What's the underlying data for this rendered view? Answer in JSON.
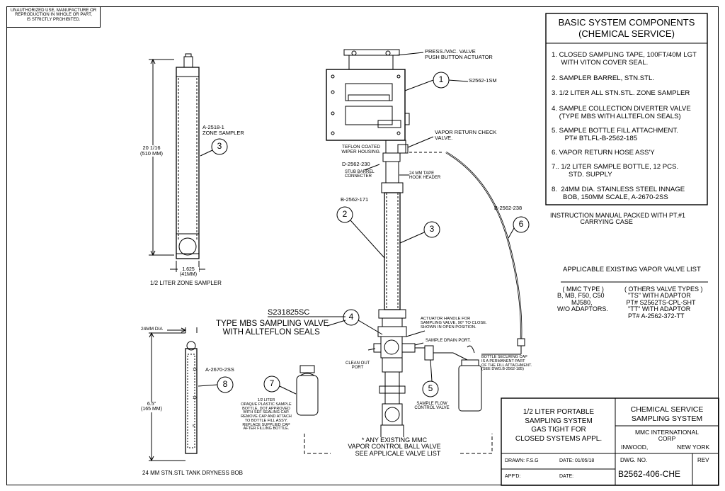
{
  "warning": {
    "text": "UNAUTHORIZED USE, MANUFACTURE OR\nREPRODUCTION IN WHOLE OR PART,\nIS STRICTLY PROHIBITED."
  },
  "components": {
    "title": "BASIC SYSTEM COMPONENTS\n(CHEMICAL SERVICE)",
    "items": [
      "1. CLOSED SAMPLING TAPE, 100FT/40M LGT\n     WITH VITON COVER SEAL.",
      "2. SAMPLER BARREL, STN.STL.",
      "3. 1/2 LITER ALL STN.STL. ZONE SAMPLER",
      "4. SAMPLE COLLECTION DIVERTER VALVE\n    (TYPE MBS WITH ALLTEFLON SEALS)",
      "5. SAMPLE BOTTLE FILL ATTACHMENT.\n       PT# BTLFL-B-2562-185",
      "6. VAPOR RETURN HOSE ASS'Y",
      "7.. 1/2 LITER SAMPLE BOTTLE, 12 PCS.\n         STD. SUPPLY",
      "8.  24MM DIA. STAINLESS STEEL INNAGE\n      BOB, 150MM SCALE, A-2670-2SS"
    ]
  },
  "manual_note": "INSTRUCTION MANUAL PACKED WITH PT.#1\n                 CARRYING CASE",
  "valve_list": {
    "title": "APPLICABLE EXISTING VAPOR VALVE LIST",
    "left": "   ( MMC TYPE )\nB, MB, F50, C50\n        MJ580,\nW/O ADAPTORS.",
    "right": "( OTHERS VALVE TYPES )\n  \"TS\" WITH ADAPTOR\n PT# S2562TS-CPL-SHT\n  \"TT\" WITH ADAPTOR\n  PT# A-2562-372-TT"
  },
  "zone_sampler": {
    "part": "A-2518-1\nZONE SAMPLER",
    "height": "20 1/16\n(510 MM)",
    "width": "1.625\n(41MM)",
    "caption": "1/2 LITER ZONE SAMPLER",
    "balloon": "3"
  },
  "bob": {
    "dia": "24MM DIA",
    "part": "A-2670-2SS",
    "length": "6.5\"\n(165 MM)",
    "caption": "24 MM STN.STL TANK DRYNESS BOB",
    "balloon": "8",
    "scale_marks": [
      "15",
      "10",
      "5"
    ]
  },
  "assembly": {
    "press_valve": "PRESS./VAC. VALVE\nPUSH BUTTON ACTUATOR",
    "s2562": "S2562-1SM",
    "vapor_check": "VAPOR RETURN CHECK\nVALVE.",
    "teflon": "TEFLON COATED\nWIPER HOUSING.",
    "d2562": "D-2562-230",
    "stub": "STUB BARREL\nCONNECTER",
    "hook": "24 MM TAPE\nHOOK HEADER",
    "b2562_171": "B-2562-171",
    "b2562_238": "B-2562-238",
    "s231825": "S231825SC",
    "type_mbs": "TYPE MBS SAMPLING VALVE\n   WITH ALLTEFLON SEALS",
    "actuator": "ACTUATOR HANDLE FOR\nSAMPLING VALVE, 90° TO CLOSE.\nSHOWN IN OPEN POSITION.",
    "drain": "SAMPLE DRAIN PORT.",
    "clean_out": "CLEAN OUT\nPORT",
    "flow": "SAMPLE FLOW\nCONTROL VALVE",
    "securing": "BOTTLE SECURING CAP\nIS A PERMANENT PART\nOF THE FILL ATTACHMENT.\n(SEE DWG.B-2562-185)",
    "bottle_note": "1/2 LITER\nOPAQUE PLASTIC SAMPLE\nBOTTLE, DOT APPROVED\nWITH SEF SEALING CAP.\nREMOVE CAP AND ATTACH\nTO BOTTLE FILL ASS'Y.\nREPLACE SUPPLIED CAP\nAFTER FILLING BOTTLE.",
    "any_existing": "* ANY EXISTING MMC\nVAPOR CONTROL BALL VALVE\n    SEE APPLICALE VALVE LIST",
    "balloons": [
      "1",
      "2",
      "3",
      "4",
      "5",
      "6",
      "7"
    ]
  },
  "title_block": {
    "desc": "1/2 LITER PORTABLE\nSAMPLING SYSTEM\nGAS TIGHT FOR\nCLOSED SYSTEMS APPL.",
    "service": "CHEMICAL SERVICE\nSAMPLING SYSTEM",
    "company": "MMC INTERNATIONAL\nCORP",
    "city": "INWOOD,",
    "state": "NEW YORK",
    "drawn": "DRAWN: F.S.G",
    "date1": "DATE: 01/05/18",
    "appd": "APP'D:",
    "date2": "DATE:",
    "dwg_label": "DWG. NO.",
    "dwg_no": "B2562-406-CHE",
    "rev": "REV"
  }
}
